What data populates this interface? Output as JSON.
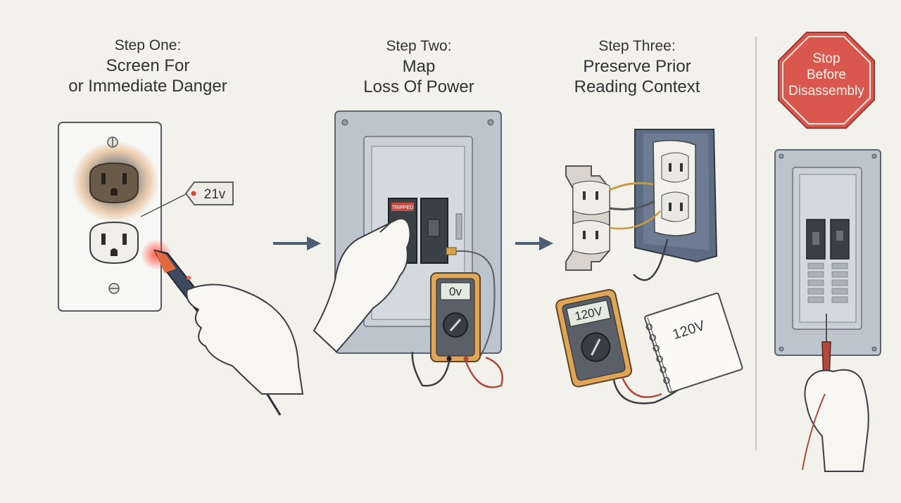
{
  "steps": [
    {
      "sub": "Step One:",
      "line1": "Screen For",
      "line2": "or Immediate Danger"
    },
    {
      "sub": "Step Two:",
      "line1": "Map",
      "line2": "Loss Of Power"
    },
    {
      "sub": "Step Three:",
      "line1": "Preserve Prior",
      "line2": "Reading Context"
    }
  ],
  "stop_sign": {
    "line1": "Stop",
    "line2": "Before",
    "line3": "Disassembly",
    "color": "#d9574c"
  },
  "readings": {
    "tag": "21v",
    "meter_step2": "0v",
    "meter_step3": "120V",
    "notebook": "120V"
  },
  "breaker_label": "TRIPPED",
  "colors": {
    "panel": "#bcc4cd",
    "meter_body": "#e0a657",
    "probe_red": "#b24a3b",
    "scorch": "#4a3b30"
  }
}
